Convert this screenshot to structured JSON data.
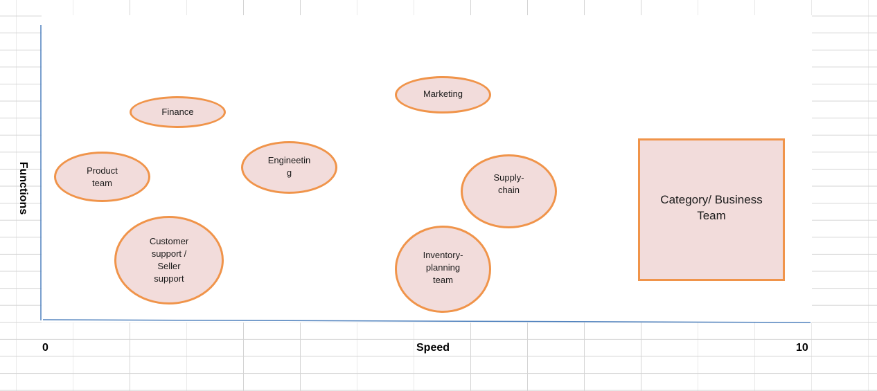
{
  "diagram": {
    "x_axis": {
      "label": "Speed",
      "min_label": "0",
      "max_label": "10"
    },
    "y_axis": {
      "label": "Functions"
    },
    "nodes": [
      {
        "id": "finance",
        "label": "Finance"
      },
      {
        "id": "marketing",
        "label": "Marketing"
      },
      {
        "id": "product",
        "label": "Product\nteam"
      },
      {
        "id": "engineering",
        "label": "Engineetin\ng"
      },
      {
        "id": "supply",
        "label": "Supply-\nchain"
      },
      {
        "id": "customer",
        "label": "Customer\nsupport /\nSeller\nsupport"
      },
      {
        "id": "inventory",
        "label": "Inventory-\nplanning\nteam"
      }
    ],
    "legend_box": {
      "label": "Category/ Business Team"
    }
  },
  "colors": {
    "node_fill": "#f2dcdb",
    "node_border": "#f0944a",
    "axis": "#4f81bd"
  }
}
